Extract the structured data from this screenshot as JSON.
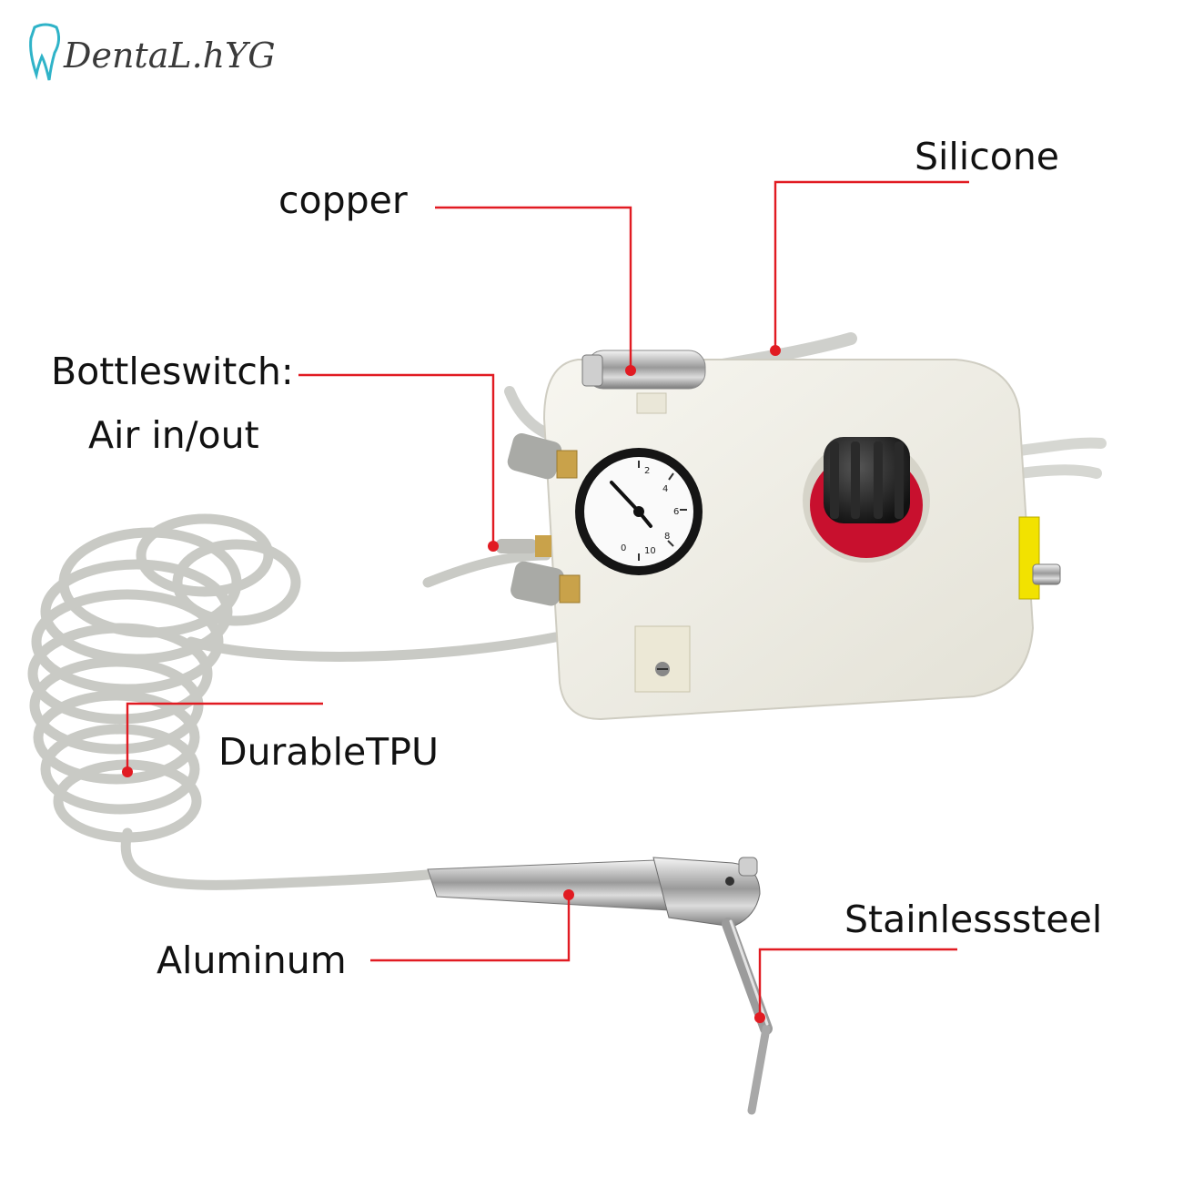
{
  "brand": {
    "logo_text": "DentaL.hYG",
    "accent_color": "#2fb3c8"
  },
  "callouts": {
    "silicone": "Silicone",
    "copper": "copper",
    "bottleswitch": "Bottleswitch:",
    "air_in_out": "Air in/out",
    "durable_tpu": "DurableTPU",
    "aluminum": "Aluminum",
    "stainless_steel": "Stainlesssteel"
  },
  "colors": {
    "leader_line": "#e11b22",
    "housing": "#f2f1ea",
    "hose": "#cfd0cc",
    "regulator_red": "#c8102e",
    "knob_black": "#1a1a1a",
    "brass": "#c9a24a"
  },
  "gauge": {
    "tick_labels": [
      "0",
      "2",
      "4",
      "6",
      "8",
      "10"
    ]
  }
}
